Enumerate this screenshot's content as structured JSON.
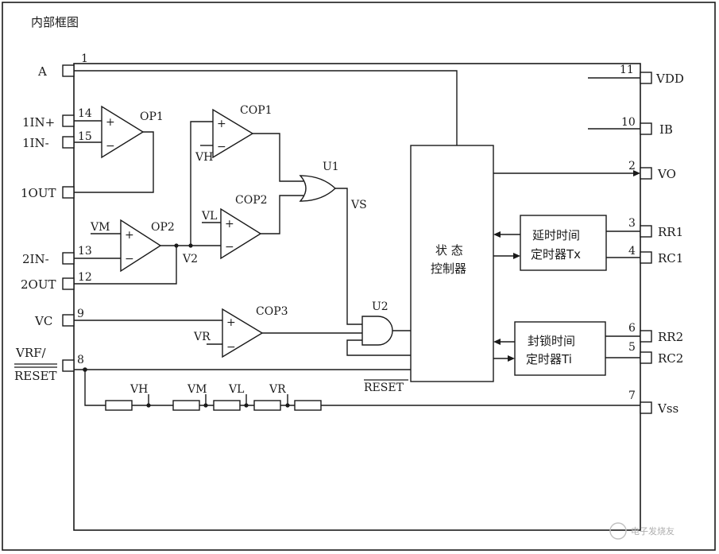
{
  "title": "内部框图",
  "pins": {
    "A": "A",
    "in1p": "1IN+",
    "in1n": "1IN-",
    "out1": "1OUT",
    "in2n": "2IN-",
    "out2": "2OUT",
    "vc": "VC",
    "vrf": "VRF/",
    "reset": "RESET",
    "vdd": "VDD",
    "ib": "IB",
    "vo": "VO",
    "rr1": "RR1",
    "rc1": "RC1",
    "rr2": "RR2",
    "rc2": "RC2",
    "vss": "Vss"
  },
  "pin_numbers": {
    "p1": "1",
    "p14": "14",
    "p15": "15",
    "p13": "13",
    "p12": "12",
    "p9": "9",
    "p8": "8",
    "p11": "11",
    "p10": "10",
    "p2": "2",
    "p3": "3",
    "p4": "4",
    "p6": "6",
    "p5": "5",
    "p7": "7"
  },
  "components": {
    "op1": "OP1",
    "op2": "OP2",
    "cop1": "COP1",
    "cop2": "COP2",
    "cop3": "COP3",
    "u1": "U1",
    "u2": "U2"
  },
  "signals": {
    "vm": "VM",
    "vl": "VL",
    "vh_in": "VH",
    "v2": "V2",
    "vs": "VS",
    "vr": "VR",
    "reset_bar": "RESET",
    "plus": "+",
    "minus": "−"
  },
  "divider_labels": {
    "vh": "VH",
    "vm": "VM",
    "vl": "VL",
    "vr": "VR"
  },
  "blocks": {
    "state_line1": "状 态",
    "state_line2": "控制器",
    "tx_line1": "延时时间",
    "tx_line2": "定时器Tx",
    "ti_line1": "封锁时间",
    "ti_line2": "定时器Ti"
  },
  "watermark": "电子发烧友"
}
